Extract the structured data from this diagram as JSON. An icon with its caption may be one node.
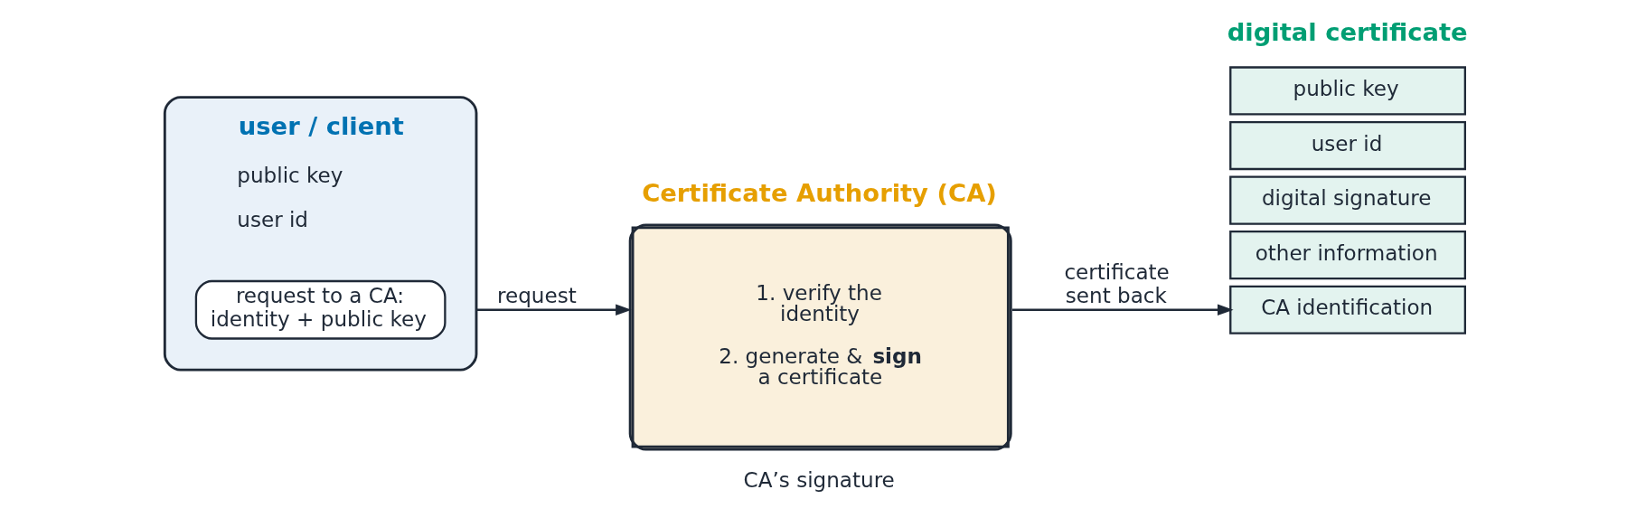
{
  "diagram": {
    "nodes": [
      {
        "text": [
          "user / client",
          "public key",
          "user id"
        ]
      },
      {
        "text": [
          "request to a CA: identity + public key"
        ],
        "in": 0
      },
      {
        "text": [
          "Certificate Authority (CA)",
          "1. verify the identity",
          "2. generate & **sign** a certificate"
        ]
      },
      {
        "text": [
          "public key"
        ]
      },
      {
        "text": [
          "CA identification"
        ]
      },
      {
        "text": [
          "user id"
        ]
      },
      {
        "text": [
          "digital signature"
        ]
      },
      {
        "text": [
          "other information"
        ]
      }
    ],
    "edges": [
      {
        "from": 0,
        "to": 2,
        "arrow": "to",
        "label": "request"
      },
      {
        "from": 2,
        "to": 4,
        "arrow": "to",
        "label": "certificate sent back"
      }
    ],
    "labels": [
      "digital certificate",
      "CA’s signature"
    ]
  }
}
